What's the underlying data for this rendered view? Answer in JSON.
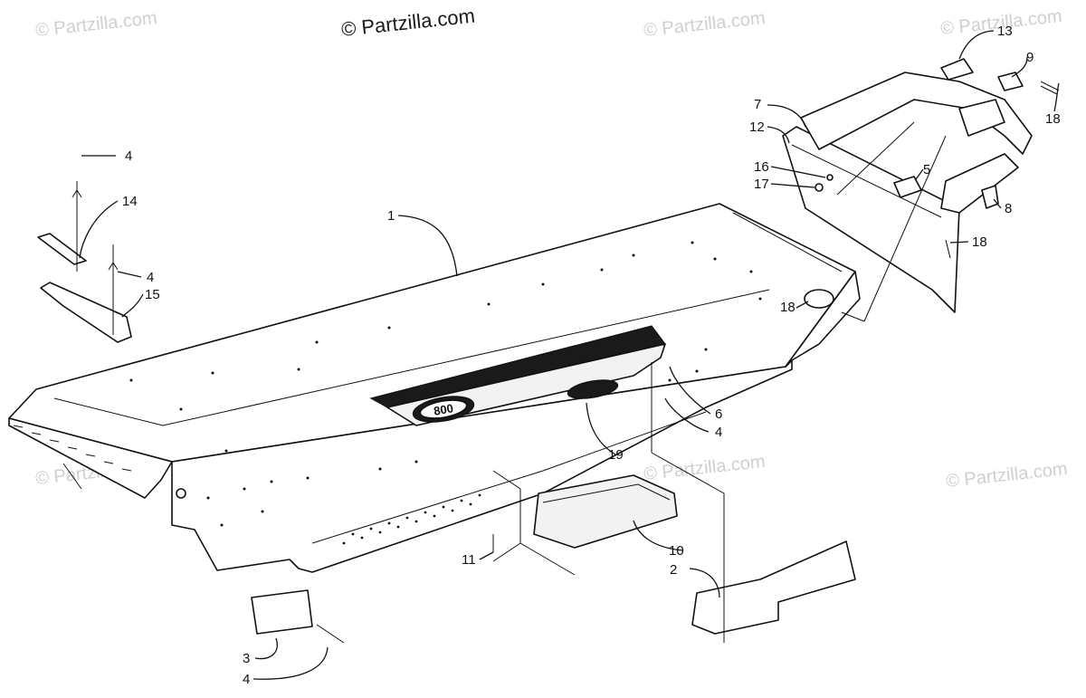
{
  "watermarks": {
    "main": "© Partzilla.com",
    "faint": "© Partzilla.com"
  },
  "decal": {
    "logo_number": "800"
  },
  "callouts": [
    {
      "id": "c1",
      "label": "1"
    },
    {
      "id": "c2",
      "label": "2"
    },
    {
      "id": "c3",
      "label": "3"
    },
    {
      "id": "c4a",
      "label": "4"
    },
    {
      "id": "c4b",
      "label": "4"
    },
    {
      "id": "c4c",
      "label": "4"
    },
    {
      "id": "c4d",
      "label": "4"
    },
    {
      "id": "c5",
      "label": "5"
    },
    {
      "id": "c6",
      "label": "6"
    },
    {
      "id": "c7",
      "label": "7"
    },
    {
      "id": "c8",
      "label": "8"
    },
    {
      "id": "c9",
      "label": "9"
    },
    {
      "id": "c10",
      "label": "10"
    },
    {
      "id": "c11",
      "label": "11"
    },
    {
      "id": "c12",
      "label": "12"
    },
    {
      "id": "c13",
      "label": "13"
    },
    {
      "id": "c14",
      "label": "14"
    },
    {
      "id": "c15",
      "label": "15"
    },
    {
      "id": "c16",
      "label": "16"
    },
    {
      "id": "c17",
      "label": "17"
    },
    {
      "id": "c18a",
      "label": "18"
    },
    {
      "id": "c18b",
      "label": "18"
    },
    {
      "id": "c18c",
      "label": "18"
    },
    {
      "id": "c19",
      "label": "19"
    }
  ],
  "colors": {
    "line": "#111111",
    "watermark": "#cfcfcf",
    "background": "#ffffff"
  }
}
